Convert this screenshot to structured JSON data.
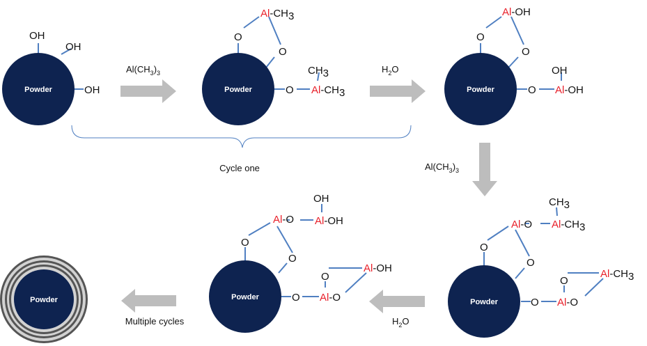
{
  "labels": {
    "powder": "Powder",
    "oh": "OH",
    "o": "O",
    "al": "Al",
    "ch3_suffix": "-CH",
    "oh_suffix": "-OH",
    "o_suffix": "-O",
    "ch": "CH",
    "sub3": "3",
    "reagent_tma_main": "Al(CH",
    "reagent_tma_close": ")",
    "reagent_h2o_main": "H",
    "reagent_h2o_end": "O",
    "sub2": "2",
    "cycle_one": "Cycle one",
    "multiple_cycles": "Multiple cycles"
  },
  "colors": {
    "powder": "#0e2350",
    "aluminium": "#e8202a",
    "bond": "#4f7fc1",
    "arrow": "#bdbdbd",
    "coating_dark": "#555555",
    "coating_light": "#d2d2d2"
  }
}
